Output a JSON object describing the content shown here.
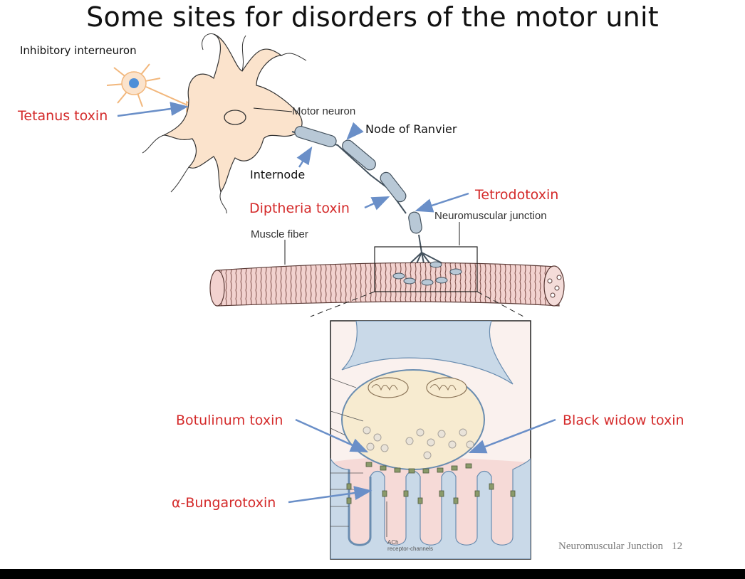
{
  "slide": {
    "title": "Some sites for disorders of the motor unit",
    "footer_label": "Neuromuscular Junction",
    "page_number": "12"
  },
  "labels": {
    "inhibitory_interneuron": "Inhibitory interneuron",
    "motor_neuron": "Motor neuron",
    "node_of_ranvier": "Node of Ranvier",
    "internode": "Internode",
    "neuromuscular_junction": "Neuromuscular junction",
    "muscle_fiber": "Muscle fiber",
    "ach_receptor_channels_line1": "ACh",
    "ach_receptor_channels_line2": "receptor-channels"
  },
  "toxins": {
    "tetanus": "Tetanus toxin",
    "diptheria": "Diptheria toxin",
    "tetrodotoxin": "Tetrodotoxin",
    "botulinum": "Botulinum  toxin",
    "black_widow": "Black widow  toxin",
    "bungarotoxin": "α-Bungarotoxin"
  },
  "colors": {
    "toxin_text": "#d42a2a",
    "arrow": "#6a8fc8",
    "neuron_fill": "#fbe3cc",
    "axon_fill": "#b8c8d6",
    "muscle_fill": "#f2d2cf",
    "terminal_fill": "#f7ebd0"
  }
}
